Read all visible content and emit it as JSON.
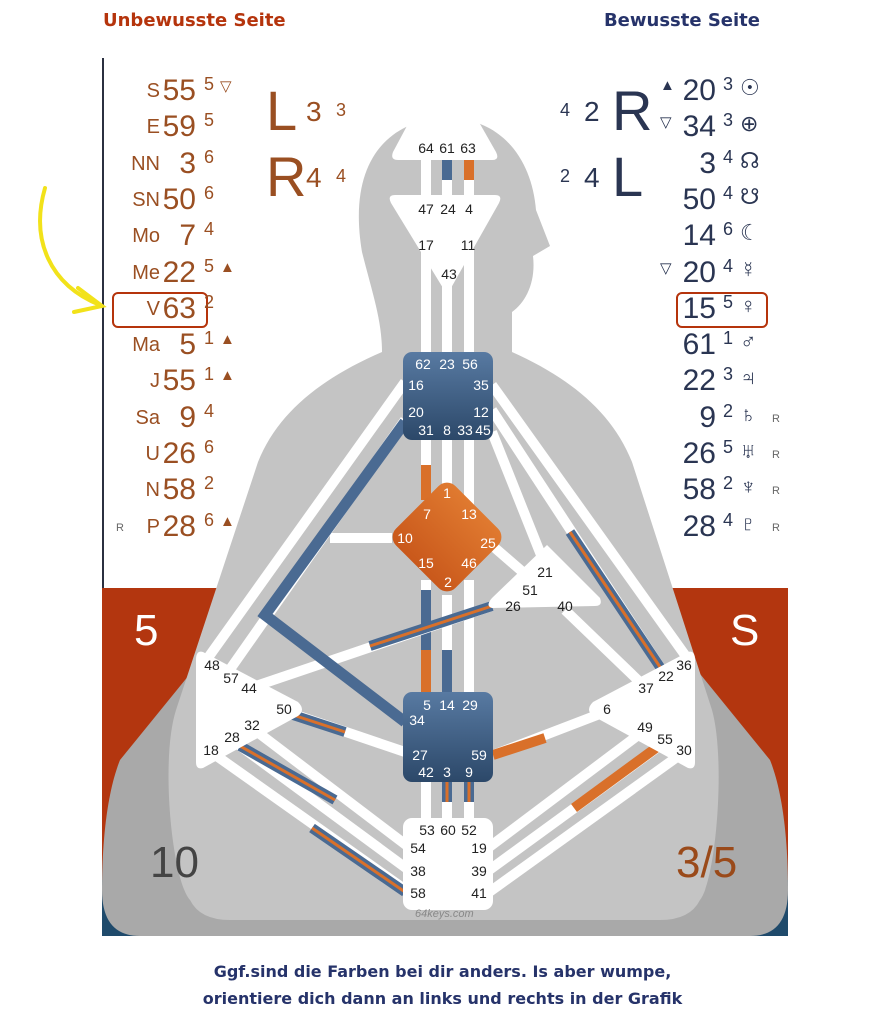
{
  "header": {
    "left": "Unbewusste Seite",
    "right": "Bewusste Seite"
  },
  "unconscious": {
    "planets": [
      {
        "label": "S",
        "gate": "55",
        "line": "5",
        "arrow": "▽",
        "retro": ""
      },
      {
        "label": "E",
        "gate": "59",
        "line": "5",
        "arrow": "",
        "retro": ""
      },
      {
        "label": "NN",
        "gate": "3",
        "line": "6",
        "arrow": "",
        "retro": ""
      },
      {
        "label": "SN",
        "gate": "50",
        "line": "6",
        "arrow": "",
        "retro": ""
      },
      {
        "label": "Mo",
        "gate": "7",
        "line": "4",
        "arrow": "",
        "retro": ""
      },
      {
        "label": "Me",
        "gate": "22",
        "line": "5",
        "arrow": "▲",
        "retro": ""
      },
      {
        "label": "V",
        "gate": "63",
        "line": "2",
        "arrow": "",
        "retro": ""
      },
      {
        "label": "Ma",
        "gate": "5",
        "line": "1",
        "arrow": "▲",
        "retro": ""
      },
      {
        "label": "J",
        "gate": "55",
        "line": "1",
        "arrow": "▲",
        "retro": ""
      },
      {
        "label": "Sa",
        "gate": "9",
        "line": "4",
        "arrow": "",
        "retro": ""
      },
      {
        "label": "U",
        "gate": "26",
        "line": "6",
        "arrow": "",
        "retro": ""
      },
      {
        "label": "N",
        "gate": "58",
        "line": "2",
        "arrow": "",
        "retro": ""
      },
      {
        "label": "P",
        "gate": "28",
        "line": "6",
        "arrow": "▲",
        "retro": "R"
      }
    ],
    "variables": [
      {
        "letter": "L",
        "a": "3",
        "b": "3"
      },
      {
        "letter": "R",
        "a": "4",
        "b": "4"
      }
    ]
  },
  "conscious": {
    "planets": [
      {
        "symbol": "☉",
        "gate": "20",
        "line": "3",
        "arrow": "▲",
        "retro": ""
      },
      {
        "symbol": "⊕",
        "gate": "34",
        "line": "3",
        "arrow": "▽",
        "retro": ""
      },
      {
        "symbol": "☊",
        "gate": "3",
        "line": "4",
        "arrow": "",
        "retro": ""
      },
      {
        "symbol": "☋",
        "gate": "50",
        "line": "4",
        "arrow": "",
        "retro": ""
      },
      {
        "symbol": "☾",
        "gate": "14",
        "line": "6",
        "arrow": "",
        "retro": ""
      },
      {
        "symbol": "☿",
        "gate": "20",
        "line": "4",
        "arrow": "▽",
        "retro": ""
      },
      {
        "symbol": "♀",
        "gate": "15",
        "line": "5",
        "arrow": "",
        "retro": ""
      },
      {
        "symbol": "♂",
        "gate": "61",
        "line": "1",
        "arrow": "",
        "retro": ""
      },
      {
        "symbol": "♃",
        "gate": "22",
        "line": "3",
        "arrow": "",
        "retro": ""
      },
      {
        "symbol": "♄",
        "gate": "9",
        "line": "2",
        "arrow": "",
        "retro": "R"
      },
      {
        "symbol": "♅",
        "gate": "26",
        "line": "5",
        "arrow": "",
        "retro": "R"
      },
      {
        "symbol": "♆",
        "gate": "58",
        "line": "2",
        "arrow": "",
        "retro": "R"
      },
      {
        "symbol": "♇",
        "gate": "28",
        "line": "4",
        "arrow": "",
        "retro": "R"
      }
    ],
    "variables": [
      {
        "letter": "R",
        "a": "2",
        "b": "4"
      },
      {
        "letter": "L",
        "a": "4",
        "b": "2"
      }
    ]
  },
  "centers": {
    "head": [
      "64",
      "61",
      "63"
    ],
    "ajna": [
      "47",
      "24",
      "4",
      "17",
      "11",
      "43"
    ],
    "throat": [
      "62",
      "23",
      "56",
      "16",
      "35",
      "20",
      "12",
      "31",
      "8",
      "33",
      "45"
    ],
    "g": [
      "1",
      "7",
      "13",
      "10",
      "25",
      "15",
      "46",
      "2"
    ],
    "ego": [
      "21",
      "51",
      "26",
      "40"
    ],
    "spleen": [
      "48",
      "57",
      "44",
      "50",
      "32",
      "28",
      "18"
    ],
    "solar": [
      "36",
      "22",
      "37",
      "6",
      "49",
      "55",
      "30"
    ],
    "sacral": [
      "5",
      "14",
      "29",
      "34",
      "27",
      "59",
      "42",
      "3",
      "9"
    ],
    "root": [
      "53",
      "60",
      "52",
      "54",
      "19",
      "38",
      "39",
      "58",
      "41"
    ]
  },
  "corners": {
    "top_left": "5",
    "top_right": "S",
    "bottom_left": "10",
    "bottom_right": "3/5"
  },
  "watermark": "64keys.com",
  "caption": {
    "line1": "Ggf.sind die Farben bei dir anders. Is aber wumpe,",
    "line2": "orientiere dich dann an links und rechts in der Grafik"
  },
  "colors": {
    "design": "#9a4f22",
    "personality": "#2a3552",
    "blue_channel": "#4a6a92",
    "orange_channel": "#d9702a",
    "header_red": "#b5340c",
    "corner_red": "#b3360f"
  }
}
